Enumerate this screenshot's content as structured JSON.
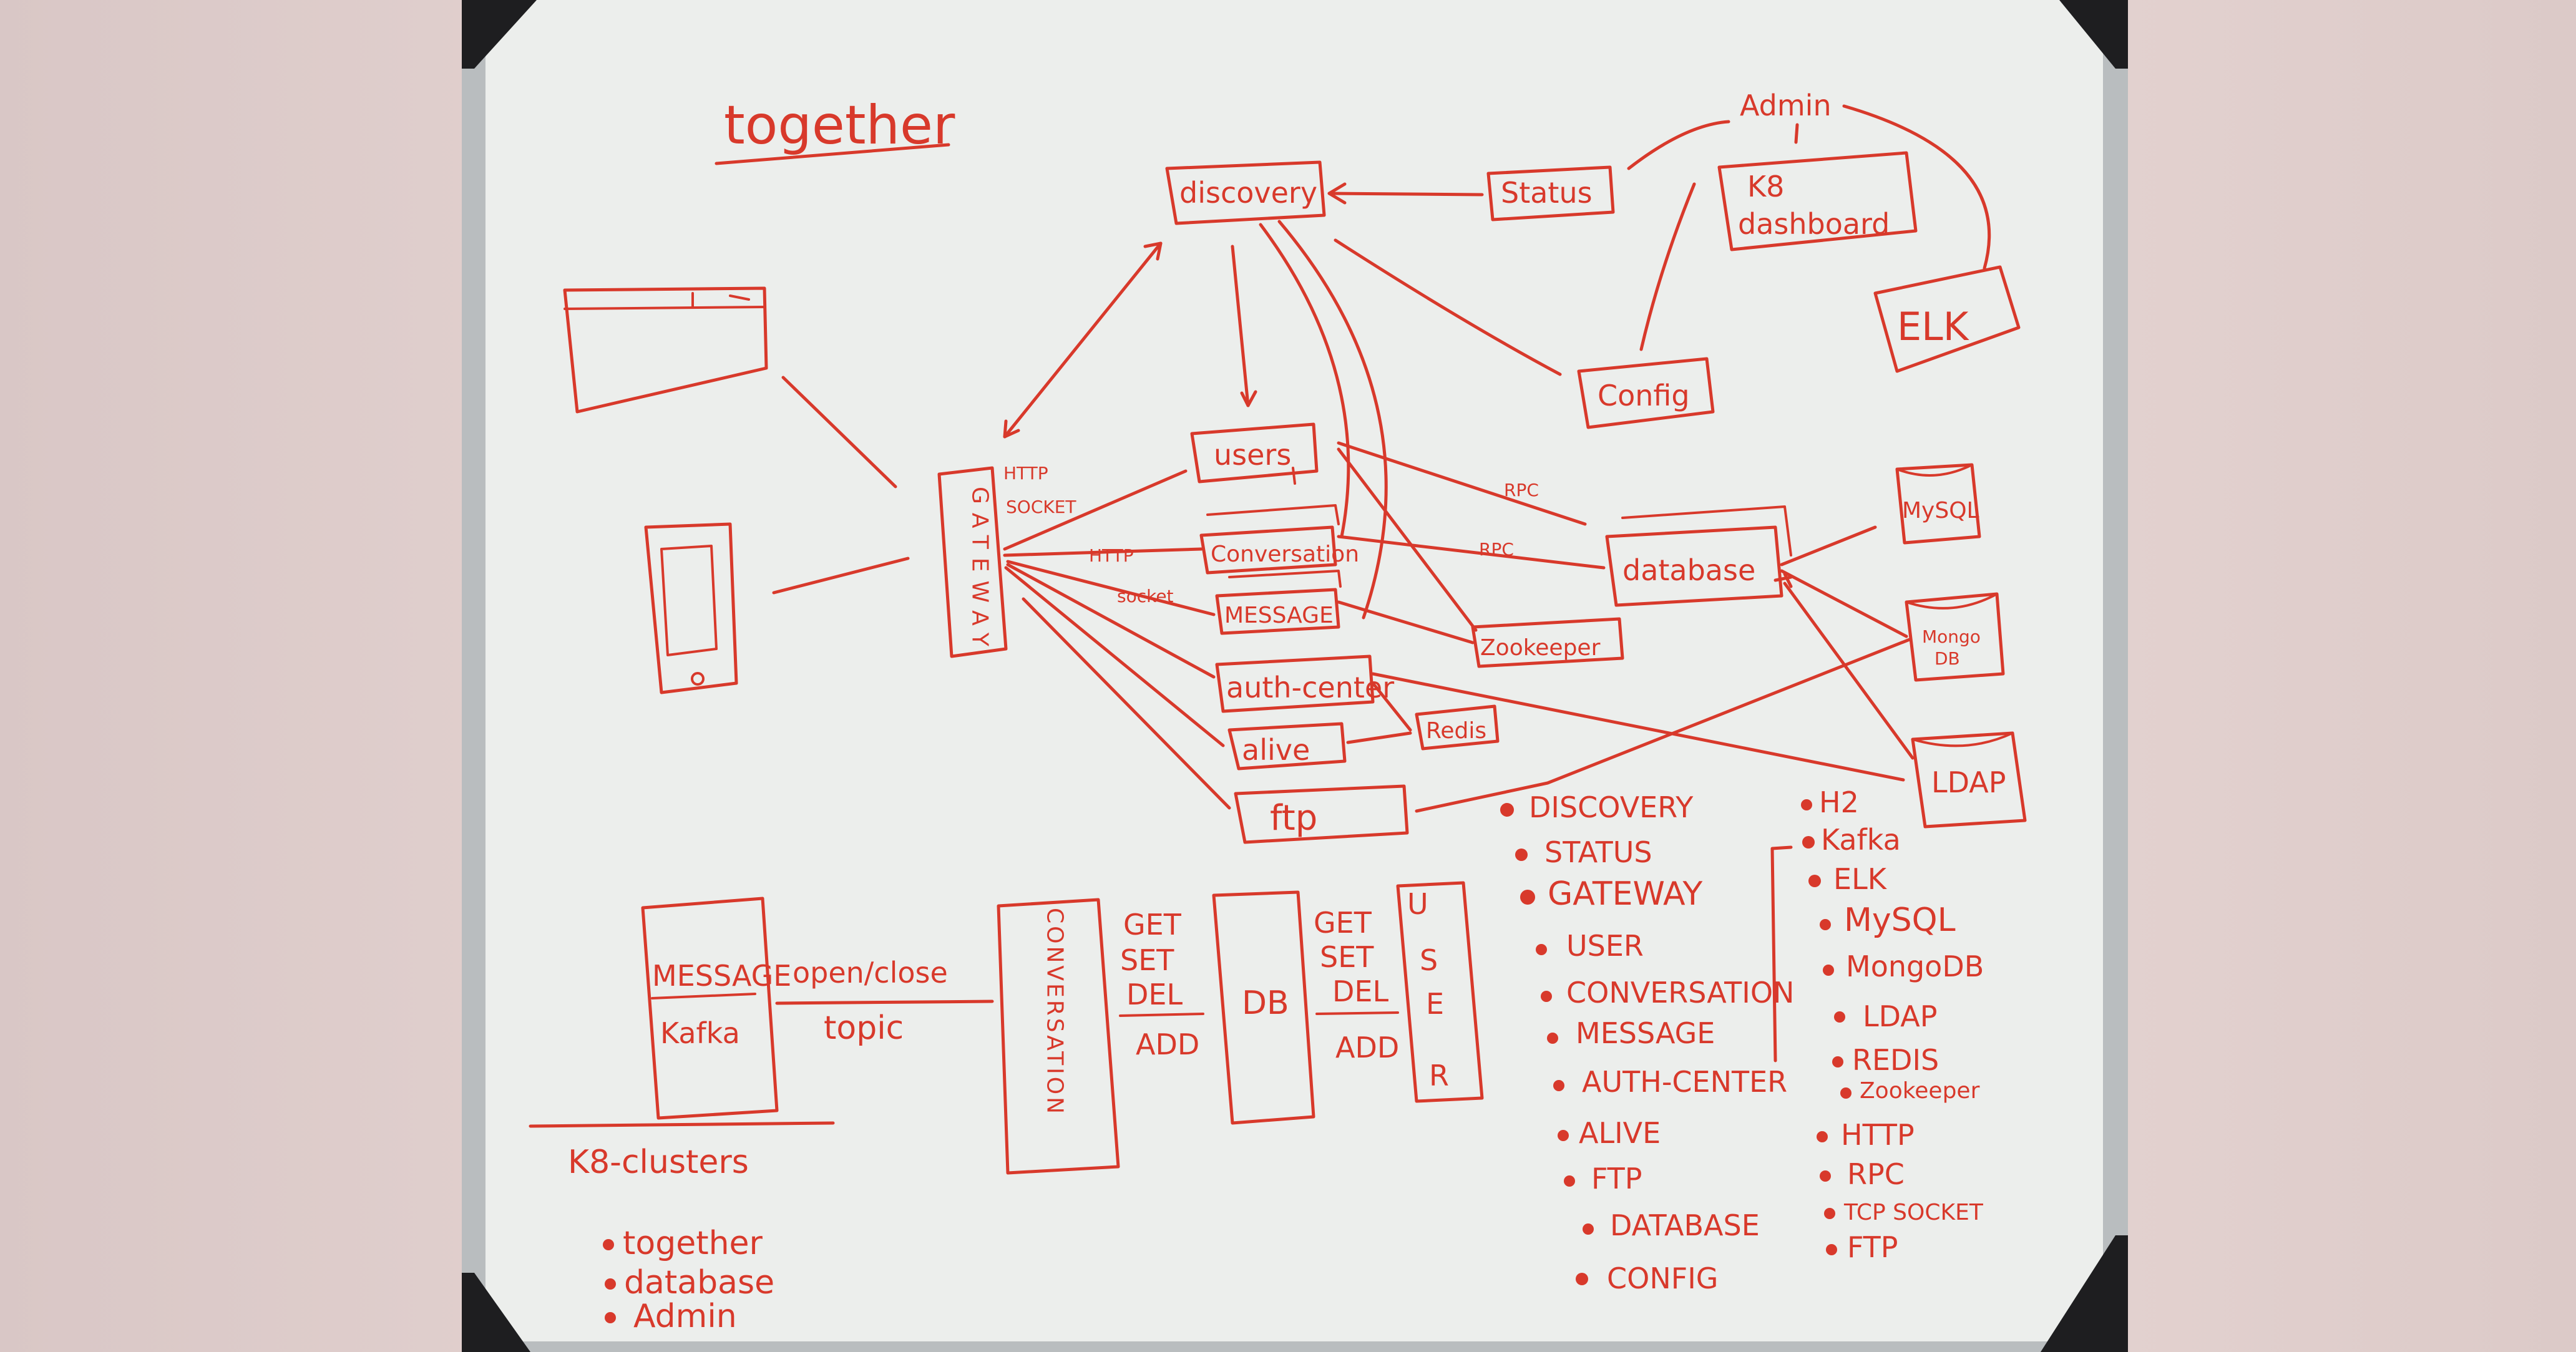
{
  "title": "together",
  "nodes": {
    "discovery": "discovery",
    "status": "Status",
    "admin": "Admin",
    "k8_dashboard_line1": "K8",
    "k8_dashboard_line2": "dashboard",
    "elk": "ELK",
    "config": "Config",
    "gateway": "GATEWAY",
    "gateway_http": "HTTP",
    "gateway_socket": "SOCKET",
    "users": "users",
    "conversation": "Conversation",
    "message": "MESSAGE",
    "auth_center": "auth-center",
    "alive": "alive",
    "ftp": "ftp",
    "redis": "Redis",
    "zookeeper": "Zookeeper",
    "database": "database",
    "mysql": "MySQL",
    "mongodb_line1": "Mongo",
    "mongodb_line2": "DB",
    "ldap": "LDAP"
  },
  "edge_labels": {
    "rpc_1": "RPC",
    "rpc_2": "RPC",
    "http": "HTTP",
    "socket": "socket"
  },
  "lower_diagram": {
    "message_line1": "MESSAGE",
    "message_line2": "Kafka",
    "open_close": "open/close",
    "topic": "topic",
    "conversation_vertical": "CONVERSATION",
    "ops_left": [
      "GET",
      "SET",
      "DEL",
      "ADD"
    ],
    "db": "DB",
    "ops_right": [
      "GET",
      "SET",
      "DEL",
      "ADD"
    ],
    "user_vertical": [
      "U",
      "S",
      "E",
      "R"
    ],
    "k8_clusters": "K8-clusters",
    "cluster_items": [
      "together",
      "database",
      "Admin"
    ]
  },
  "services_list": [
    "DISCOVERY",
    "STATUS",
    "GATEWAY",
    "USER",
    "CONVERSATION",
    "MESSAGE",
    "AUTH-CENTER",
    "ALIVE",
    "FTP",
    "DATABASE",
    "CONFIG"
  ],
  "tech_list": [
    "H2",
    "Kafka",
    "ELK",
    "MySQL",
    "MongoDB",
    "LDAP",
    "REDIS",
    "Zookeeper",
    "HTTP",
    "RPC",
    "TCP SOCKET",
    "FTP"
  ],
  "colors": {
    "wall": "#e4d3d1",
    "board": "#eceeec",
    "frame": "#b9bdbf",
    "marker": "#d8392b"
  }
}
